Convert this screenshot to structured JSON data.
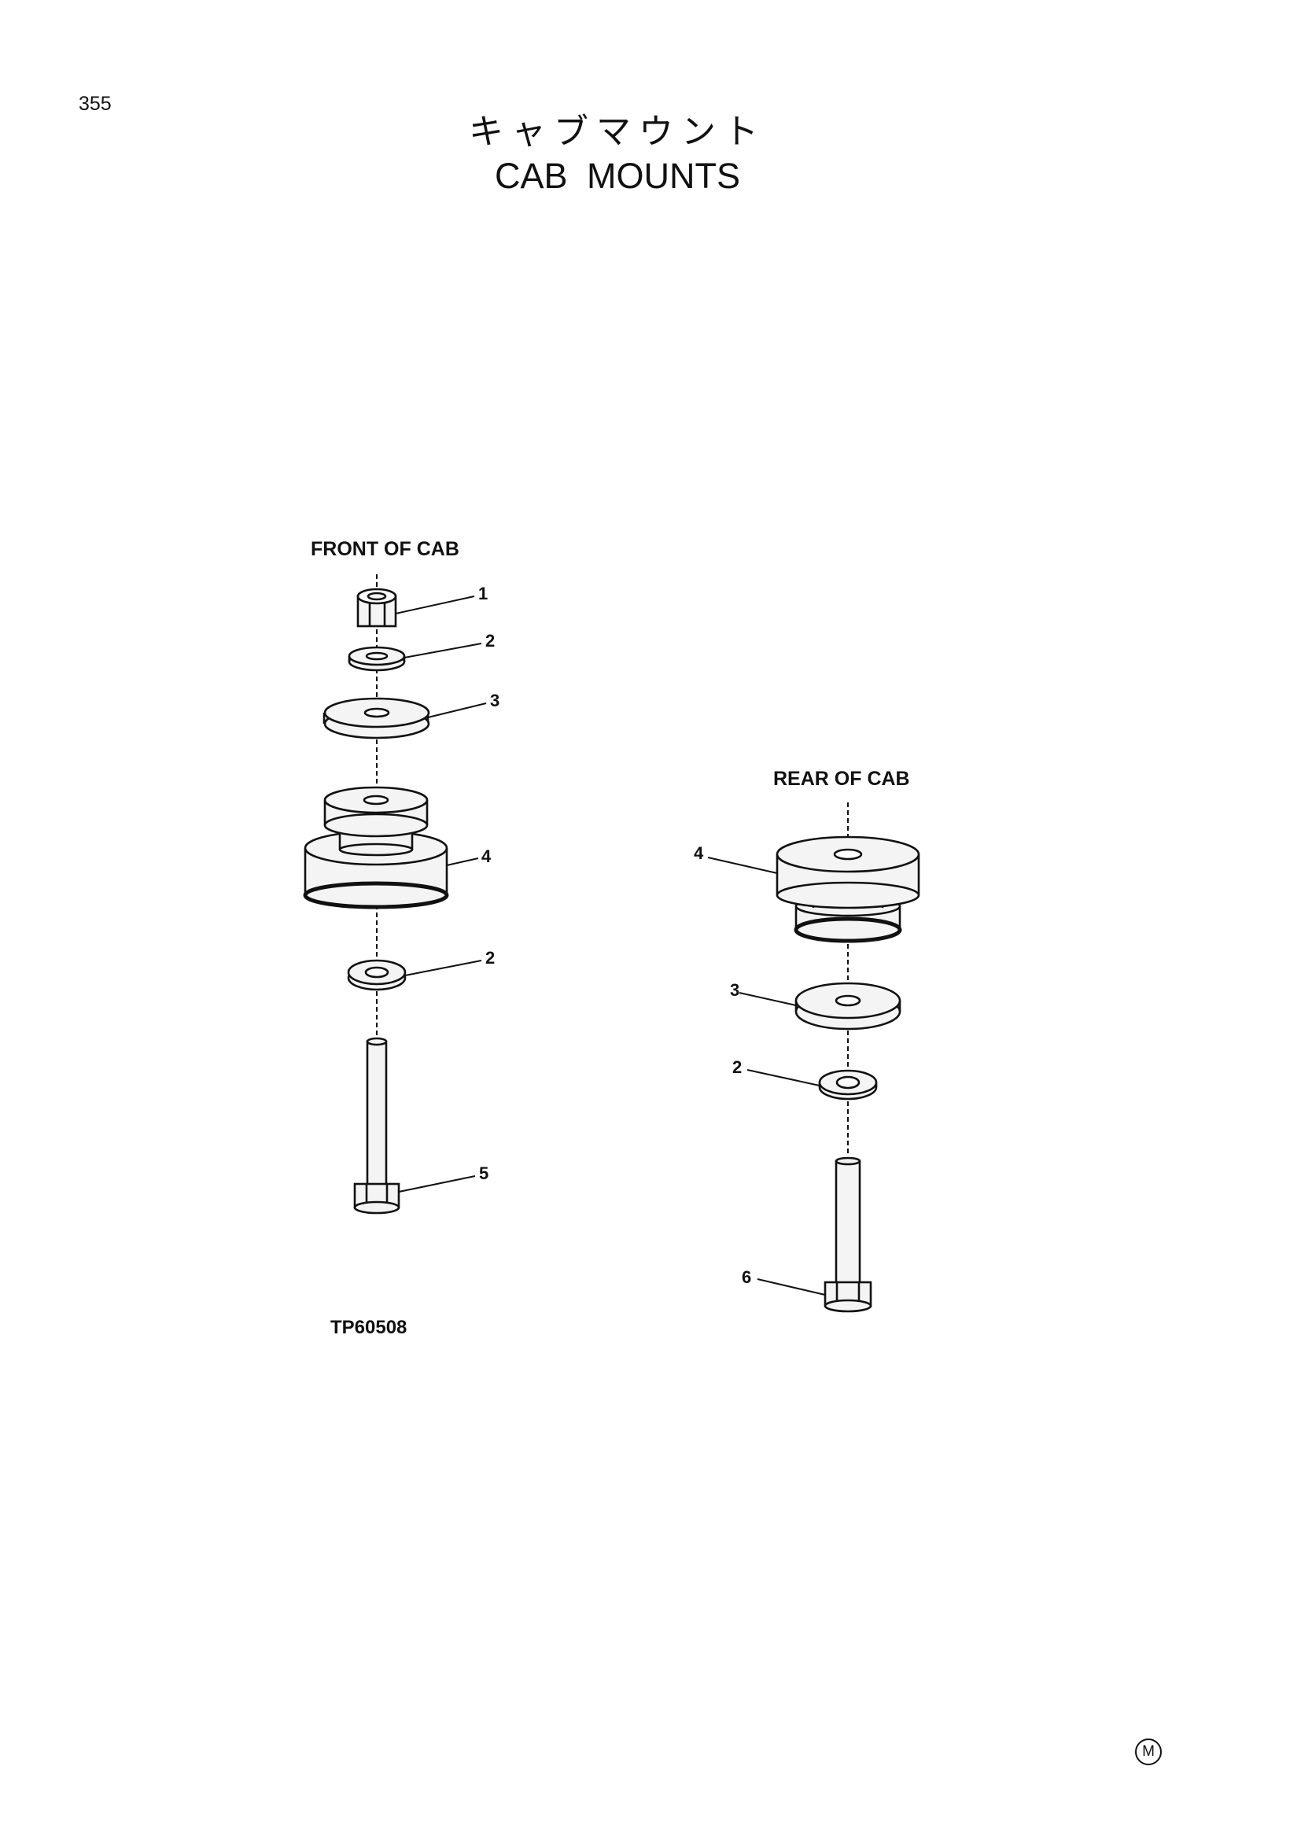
{
  "page_number": "355",
  "title": {
    "japanese": "キャブマウント",
    "english": "CAB MOUNTS"
  },
  "views": {
    "front": {
      "heading": "FRONT OF CAB",
      "callouts": [
        "1",
        "2",
        "3",
        "4",
        "2",
        "5"
      ]
    },
    "rear": {
      "heading": "REAR OF CAB",
      "callouts": [
        "4",
        "3",
        "2",
        "6"
      ]
    }
  },
  "figure_code": "TP60508",
  "mark": "M",
  "colors": {
    "ink": "#111111",
    "part_face": "#f4f4f4"
  }
}
